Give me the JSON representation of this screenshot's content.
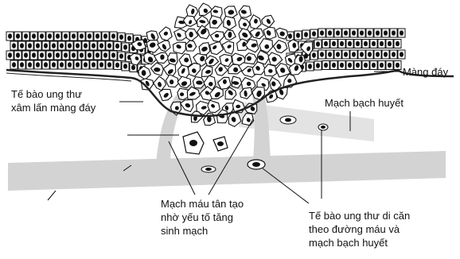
{
  "labels": {
    "basement_membrane": "Màng đáy",
    "invading_cells": [
      "Tế bào ung thư",
      "xâm lấn màng đáy"
    ],
    "lymph_vessel": "Mạch bạch huyết",
    "new_vessels": [
      "Mạch máu tân tạo",
      "nhờ yếu tố tăng",
      "sinh mạch"
    ],
    "metastatic_cells": [
      "Tế bào ung thư di căn",
      "theo đường máu và",
      "mạch bạch huyết"
    ]
  },
  "colors": {
    "ink": "#111111",
    "vessel": "#d3d3d3",
    "lymph": "#e3e3e3",
    "membrane": "#222222",
    "nucleus": "#111111"
  }
}
